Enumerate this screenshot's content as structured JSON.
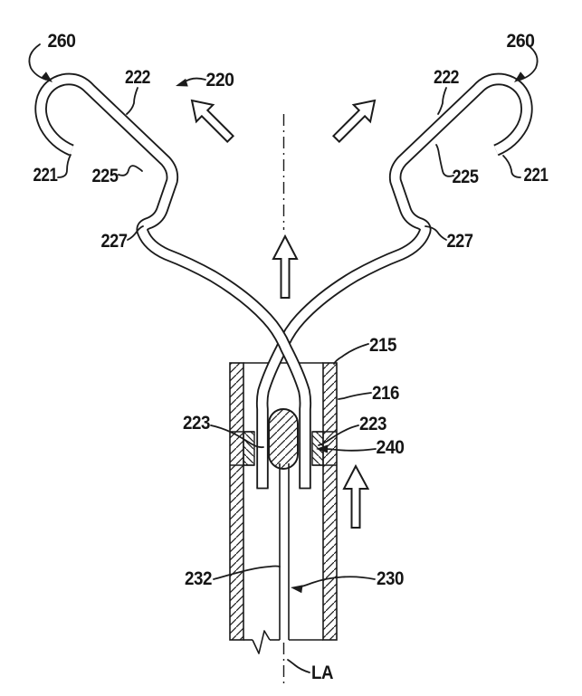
{
  "figure": {
    "type": "patent-line-drawing",
    "background_color": "#ffffff",
    "line_color": "#1b1b1b",
    "description": "Anchor device with two hooked arms (260) crossing and deploying from a hatched delivery tube (215/216) containing a hatched ball element (240), side pads (223), and an inner rod (230/232) aligned on longitudinal axis LA (220 deployment direction arrows)."
  },
  "labels": {
    "ref_260": "260",
    "ref_222": "222",
    "ref_220": "220",
    "ref_221": "221",
    "ref_225": "225",
    "ref_227": "227",
    "ref_215": "215",
    "ref_216": "216",
    "ref_223": "223",
    "ref_240": "240",
    "ref_232": "232",
    "ref_230": "230",
    "ref_axis": "LA"
  }
}
